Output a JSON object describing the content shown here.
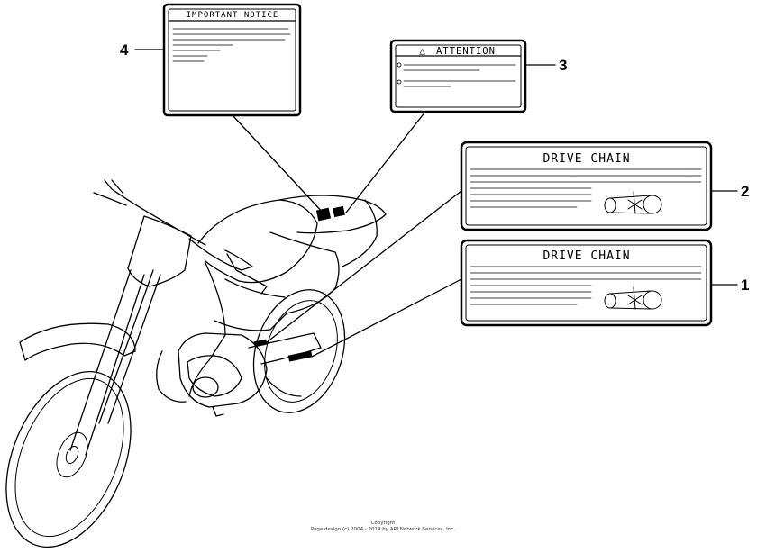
{
  "labels": {
    "important_notice": {
      "title": "IMPORTANT NOTICE",
      "callout": "4"
    },
    "attention": {
      "title": "ATTENTION",
      "warning_symbol": "△",
      "callout": "3"
    },
    "drive_chain_upper": {
      "title": "DRIVE CHAIN",
      "callout": "2"
    },
    "drive_chain_lower": {
      "title": "DRIVE CHAIN",
      "callout": "1"
    }
  },
  "copyright": {
    "line1": "Copyright",
    "line2": "Page design (c) 2004 - 2014 by ARI Network Services, Inc."
  }
}
